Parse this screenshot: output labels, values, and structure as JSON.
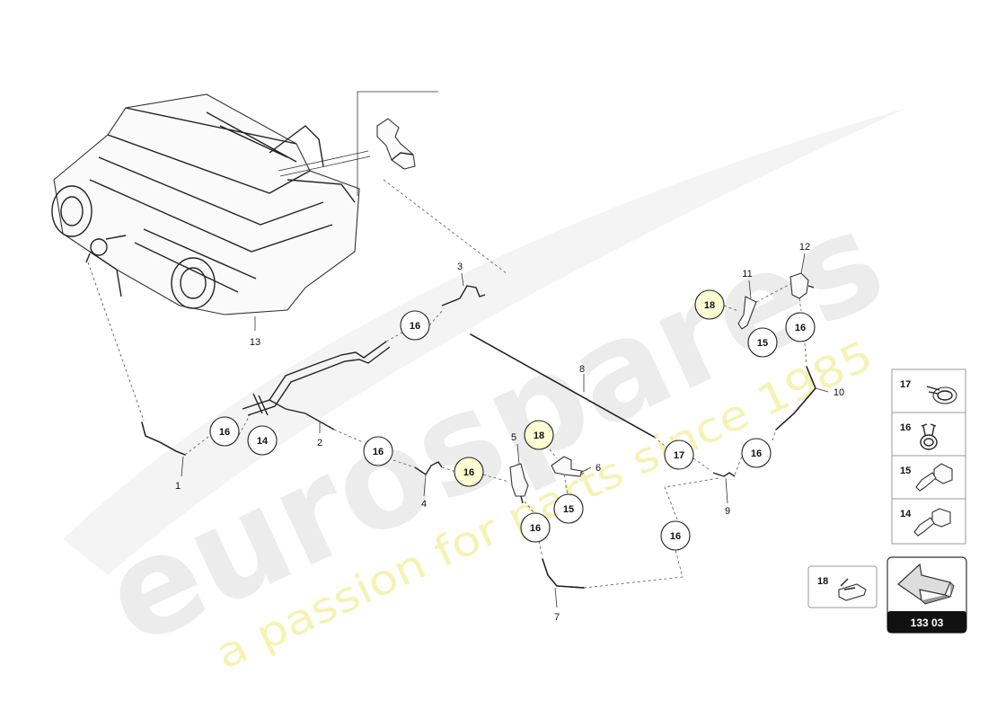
{
  "watermark": {
    "logo": "eurospares",
    "tagline": "a passion for parts since 1985"
  },
  "part_labels": [
    "1",
    "2",
    "3",
    "4",
    "5",
    "6",
    "7",
    "8",
    "9",
    "10",
    "11",
    "12",
    "13"
  ],
  "callouts": [
    {
      "label": "16",
      "highlight": false
    },
    {
      "label": "16",
      "highlight": false
    },
    {
      "label": "14",
      "highlight": false
    },
    {
      "label": "16",
      "highlight": false
    },
    {
      "label": "16",
      "highlight": true
    },
    {
      "label": "18",
      "highlight": true
    },
    {
      "label": "15",
      "highlight": false
    },
    {
      "label": "16",
      "highlight": false
    },
    {
      "label": "17",
      "highlight": false
    },
    {
      "label": "16",
      "highlight": false
    },
    {
      "label": "16",
      "highlight": false
    },
    {
      "label": "18",
      "highlight": true
    },
    {
      "label": "15",
      "highlight": false
    },
    {
      "label": "16",
      "highlight": false
    }
  ],
  "legend": [
    {
      "label": "17",
      "icon": "hose-clamp-icon"
    },
    {
      "label": "16",
      "icon": "spring-clip-icon"
    },
    {
      "label": "15",
      "icon": "flange-bolt-icon"
    },
    {
      "label": "14",
      "icon": "torx-bolt-icon"
    }
  ],
  "extra_legend": {
    "label": "18",
    "icon": "bracket-clip-icon"
  },
  "page_badge": {
    "label": "133 03",
    "icon": "navigation-arrow-icon"
  },
  "colors": {
    "watermark_logo": "#e9e9e9",
    "watermark_tagline": "#f2ef9a",
    "callout_highlight": "#ffffd4",
    "badge": "#111111"
  }
}
